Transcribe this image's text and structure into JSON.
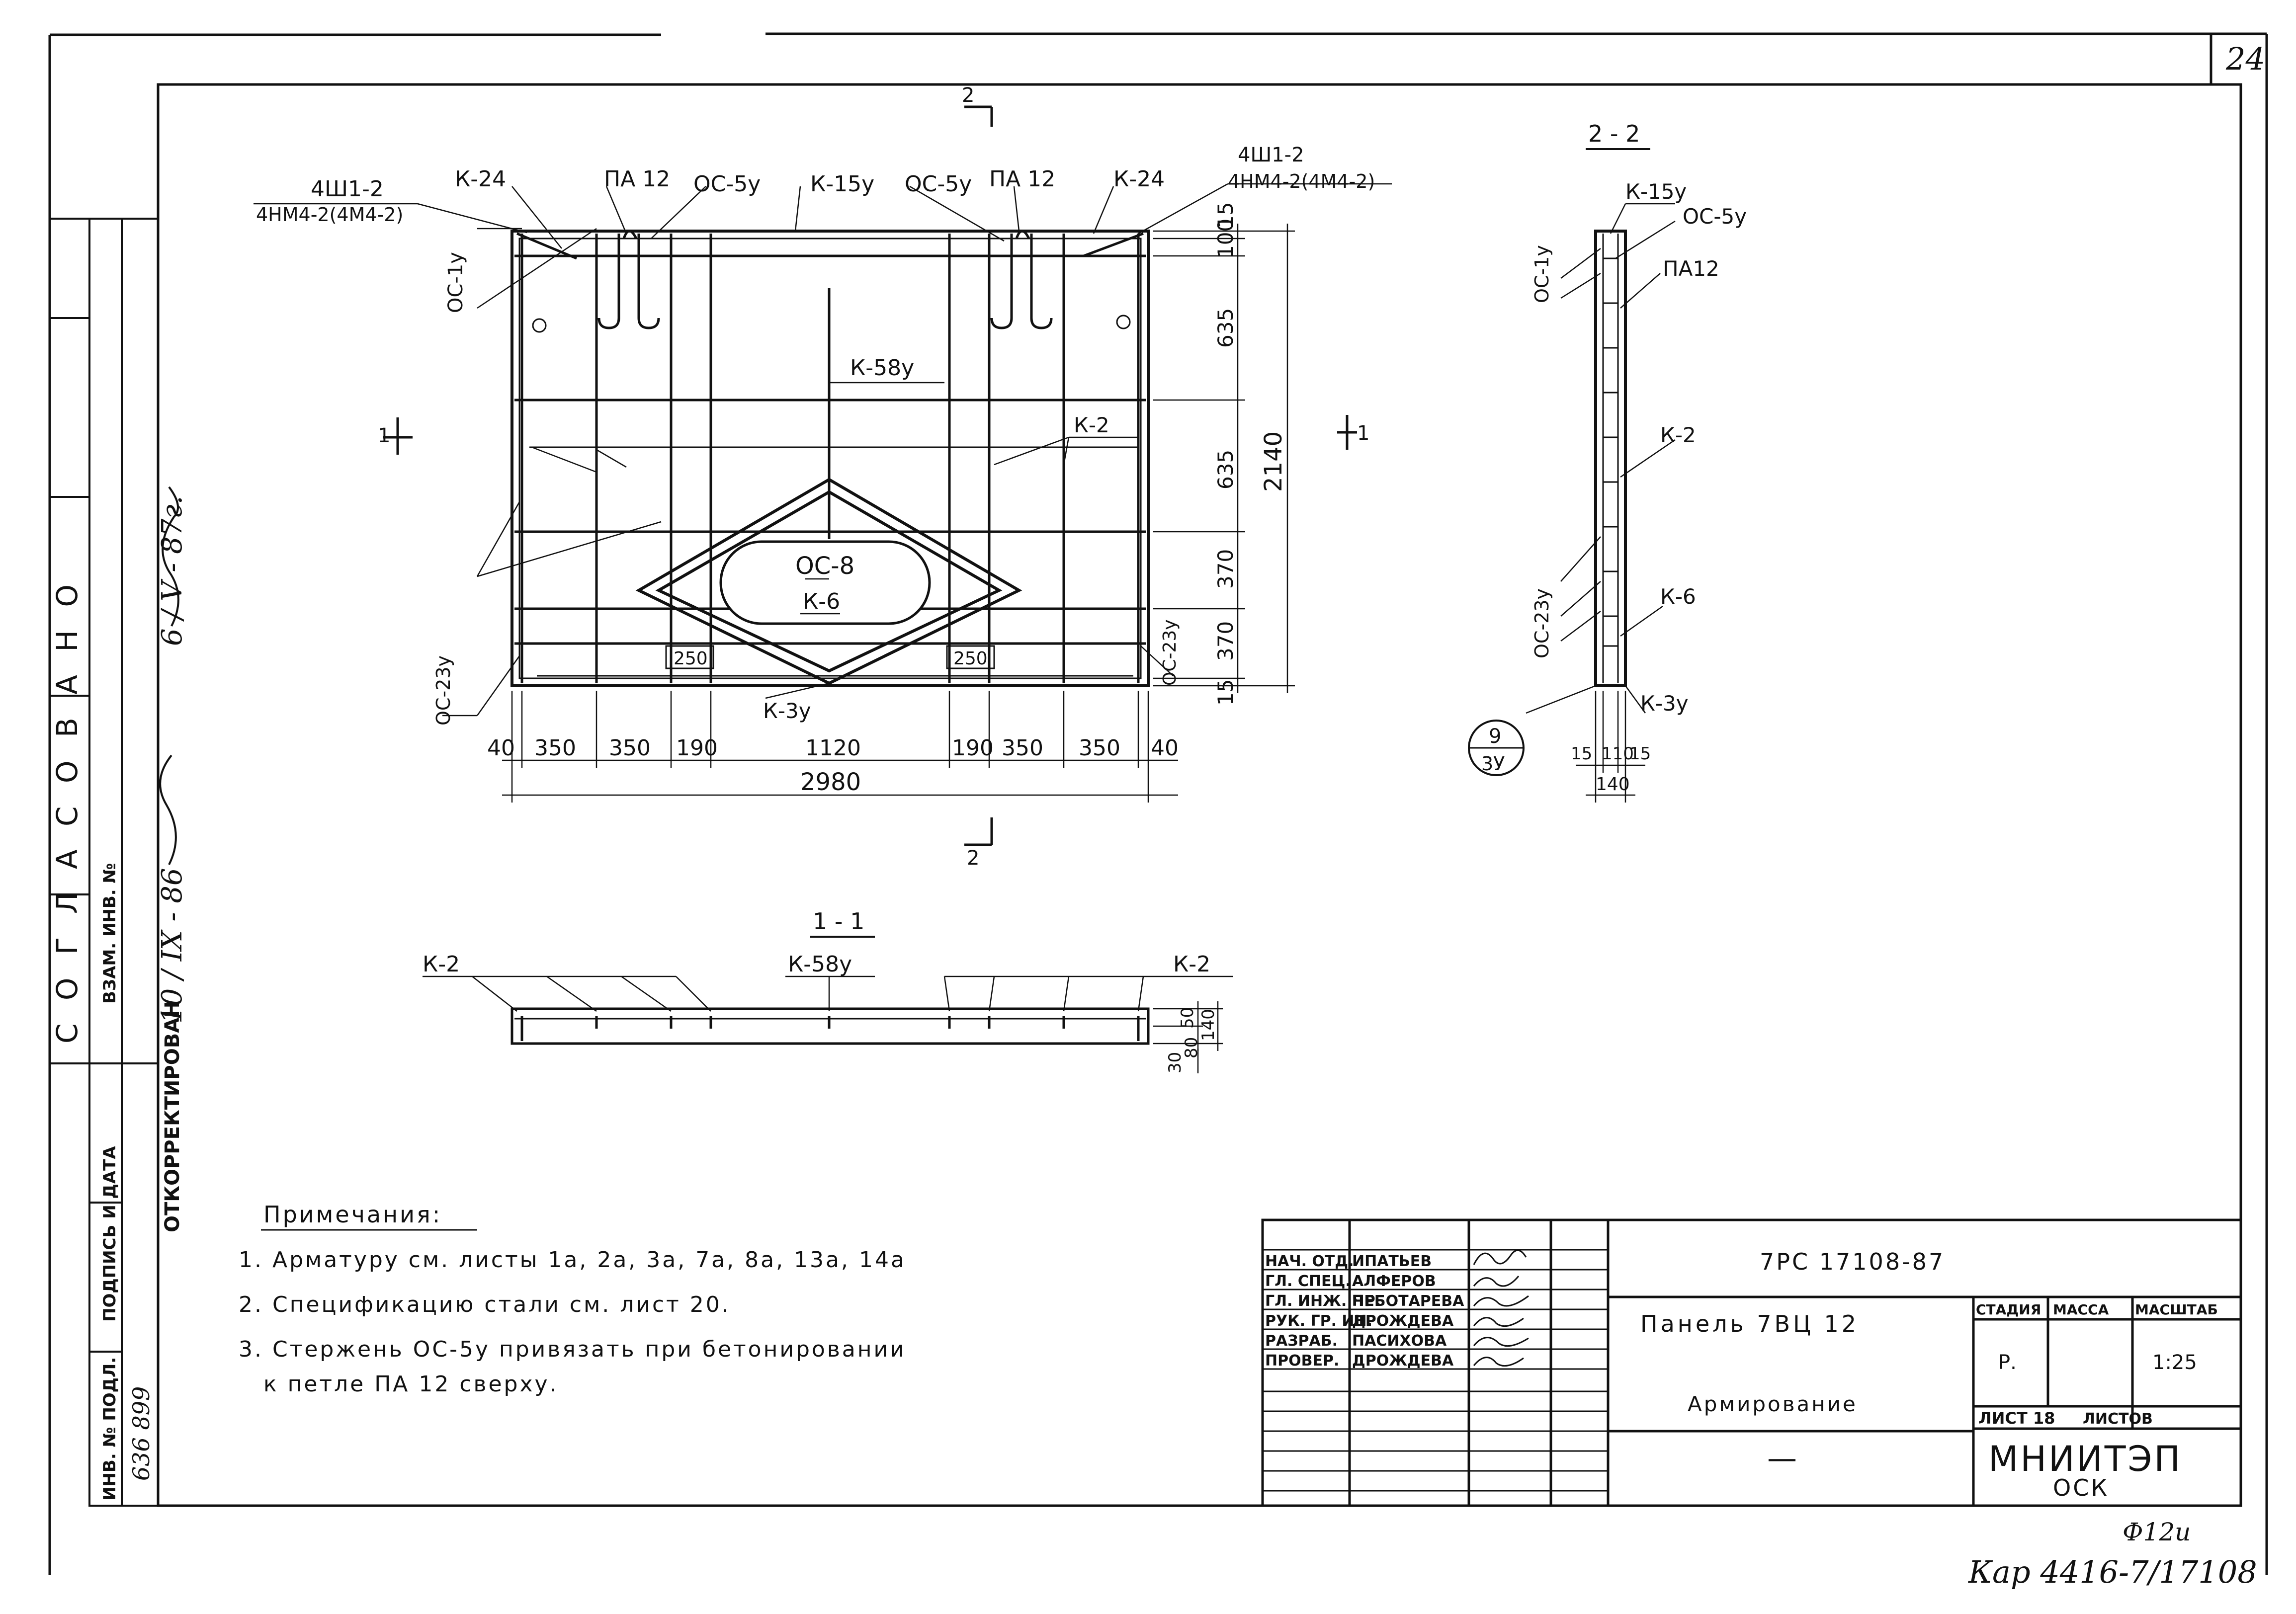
{
  "sheet": {
    "number": "24",
    "bottom_note_1": "Ф12и",
    "bottom_note_2": "Кар 4416-7/17108",
    "side_stamp_vertical": "С О Г Л А С О В А Н О",
    "side_corrected": "ОТКОРРЕКТИРОВАН",
    "side_dates": "10 / IX - 86",
    "side_dates_2": "6 / V - 87г.",
    "side_inv_labels": [
      "ИНВ. № ПОДЛ.",
      "ПОДПИСЬ И ДАТА",
      "ВЗАМ. ИНВ. №"
    ],
    "side_inv_value": "636 899"
  },
  "front_view": {
    "section_marks": [
      "2",
      "2",
      "1",
      "1"
    ],
    "labels": {
      "top_left_1": "4Ш1-2",
      "top_left_2": "4НМ4-2(4М4-2)",
      "k24_left": "К-24",
      "pa12_left": "ПА 12",
      "oc5y_left": "ОС-5у",
      "k15y": "К-15у",
      "oc5y_right": "ОС-5у",
      "pa12_right": "ПА 12",
      "k24_right": "К-24",
      "top_right_1": "4Ш1-2",
      "top_right_2": "4НМ4-2(4М4-2)",
      "oc1y": "ОС-1у",
      "k58y": "К-58у",
      "k2": "К-2",
      "oc8": "ОС-8",
      "k6": "К-6",
      "oc23y_left": "ОС-23у",
      "oc23y_right": "ОС-23у",
      "k3y": "К-3у",
      "dim_250_left": "250",
      "dim_250_right": "250"
    },
    "dims_horizontal": [
      "40",
      "350",
      "350",
      "190",
      "1120",
      "190",
      "350",
      "350",
      "40"
    ],
    "dim_total_width": "2980",
    "dims_vertical": [
      "15",
      "100",
      "635",
      "635",
      "370",
      "370",
      "15"
    ],
    "dim_total_height": "2140"
  },
  "section_2_2": {
    "title": "2 - 2",
    "labels": [
      "К-15у",
      "ОС-5у",
      "ПА12",
      "К-2",
      "К-6",
      "К-3у",
      "ОС-1у",
      "ОС-23у"
    ],
    "dims": [
      "15",
      "110",
      "15"
    ],
    "dim_total": "140",
    "callout_top": "9",
    "callout_bottom": "3У"
  },
  "section_1_1": {
    "title": "1 - 1",
    "labels": [
      "К-2",
      "К-58у",
      "К-2"
    ],
    "dims_right": [
      "50",
      "140"
    ],
    "dims_bottom": [
      "30",
      "80"
    ]
  },
  "notes": {
    "title": "Примечания:",
    "items": [
      "1. Арматуру см. листы 1а, 2а, 3а, 7а, 8а, 13а, 14а",
      "2. Спецификацию стали см. лист 20.",
      "3. Стержень ОС-5у привязать при бетонировании",
      "к петле ПА 12 сверху."
    ]
  },
  "title_block": {
    "code": "7РС 17108-87",
    "name": "Панель 7ВЦ 12",
    "subtitle": "Армирование",
    "dash": "—",
    "roles": [
      {
        "role": "НАЧ. ОТД.",
        "name": "ИПАТЬЕВ"
      },
      {
        "role": "ГЛ. СПЕЦ.",
        "name": "АЛФЕРОВ"
      },
      {
        "role": "ГЛ. ИНЖ. ПР.",
        "name": "ЧЕБОТАРЕВА"
      },
      {
        "role": "РУК. ГР. ИН.",
        "name": "ДРОЖДЕВА"
      },
      {
        "role": "РАЗРАБ.",
        "name": "ПАСИХОВА"
      },
      {
        "role": "ПРОВЕР.",
        "name": "ДРОЖДЕВА"
      }
    ],
    "stage_header": "СТАДИЯ",
    "mass_header": "МАССА",
    "scale_header": "МАСШТАБ",
    "stage": "Р.",
    "scale": "1:25",
    "sheet_label": "ЛИСТ 18",
    "sheets_label": "ЛИСТОВ",
    "org": "МНИИТЭП",
    "dept": "ОСК"
  }
}
